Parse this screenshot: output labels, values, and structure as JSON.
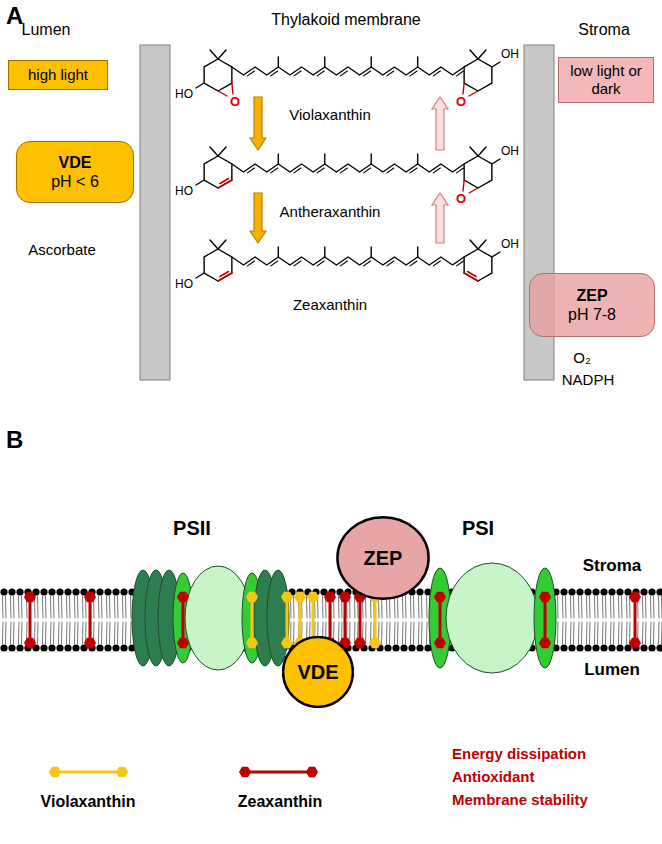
{
  "diagram": {
    "nodes": [
      {
        "text": [
          "high light"
        ]
      },
      {
        "text": [
          "low light or dark"
        ]
      },
      {
        "text": [
          "VDE",
          "pH < 6"
        ]
      },
      {
        "text": [
          "ZEP",
          "pH 7-8"
        ]
      },
      {
        "text": [
          "ZEP"
        ]
      },
      {
        "text": [
          "VDE"
        ]
      }
    ],
    "labels": [
      "A",
      "Thylakoid membrane",
      "Lumen",
      "Stroma",
      "Ascorbate",
      "O₂",
      "NADPH",
      "Violaxanthin",
      "Antheraxanthin",
      "Zeaxanthin",
      "HO",
      "O",
      "O",
      "OH",
      "HO",
      "O",
      "OH",
      "HO",
      "OH",
      "B",
      "PSII",
      "PSI",
      "Stroma",
      "Lumen",
      "Energy dissipation",
      "Antioxidant",
      "Membrane stability"
    ],
    "legend": [
      {
        "text": "Violaxanthin"
      },
      {
        "text": "Zeaxanthin"
      }
    ]
  }
}
